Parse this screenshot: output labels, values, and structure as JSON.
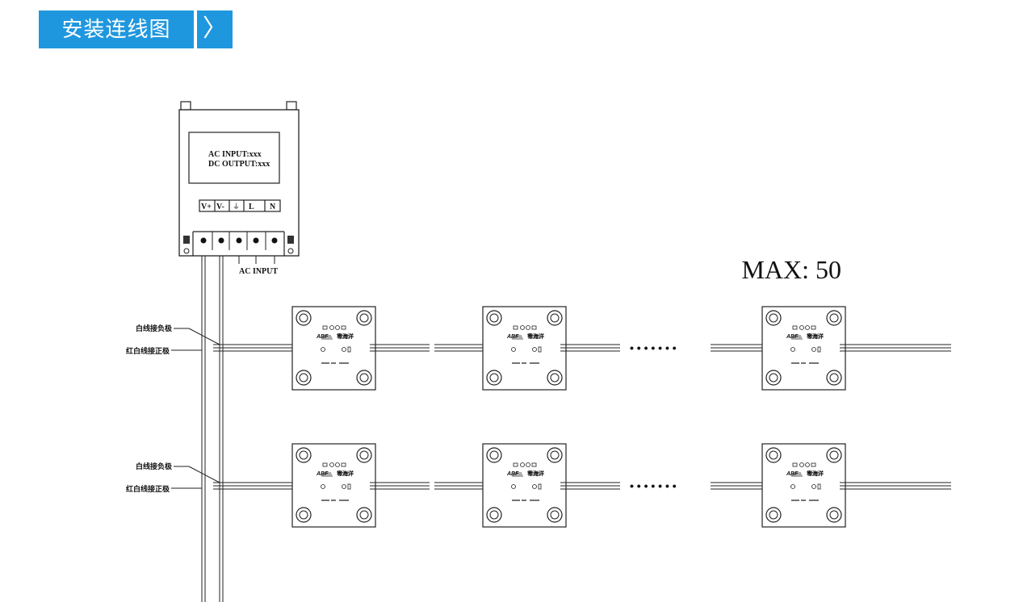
{
  "header": {
    "title": "安装连线图",
    "next_icon": "〉"
  },
  "power_supply": {
    "label_line1": "AC INPUT:xxx",
    "label_line2": "DC OUTPUT:xxx",
    "terminals": [
      "V+",
      "V-",
      "⏚",
      "L",
      "N"
    ],
    "ac_input_label": "AC INPUT"
  },
  "max_label": "MAX: 50",
  "wire_labels": {
    "white_negative": "白线接负极",
    "red_white_positive": "红白线接正极"
  },
  "module": {
    "brand": "ABF",
    "cn_brand": "零海洋"
  },
  "ellipsis": "• • • • • • •"
}
